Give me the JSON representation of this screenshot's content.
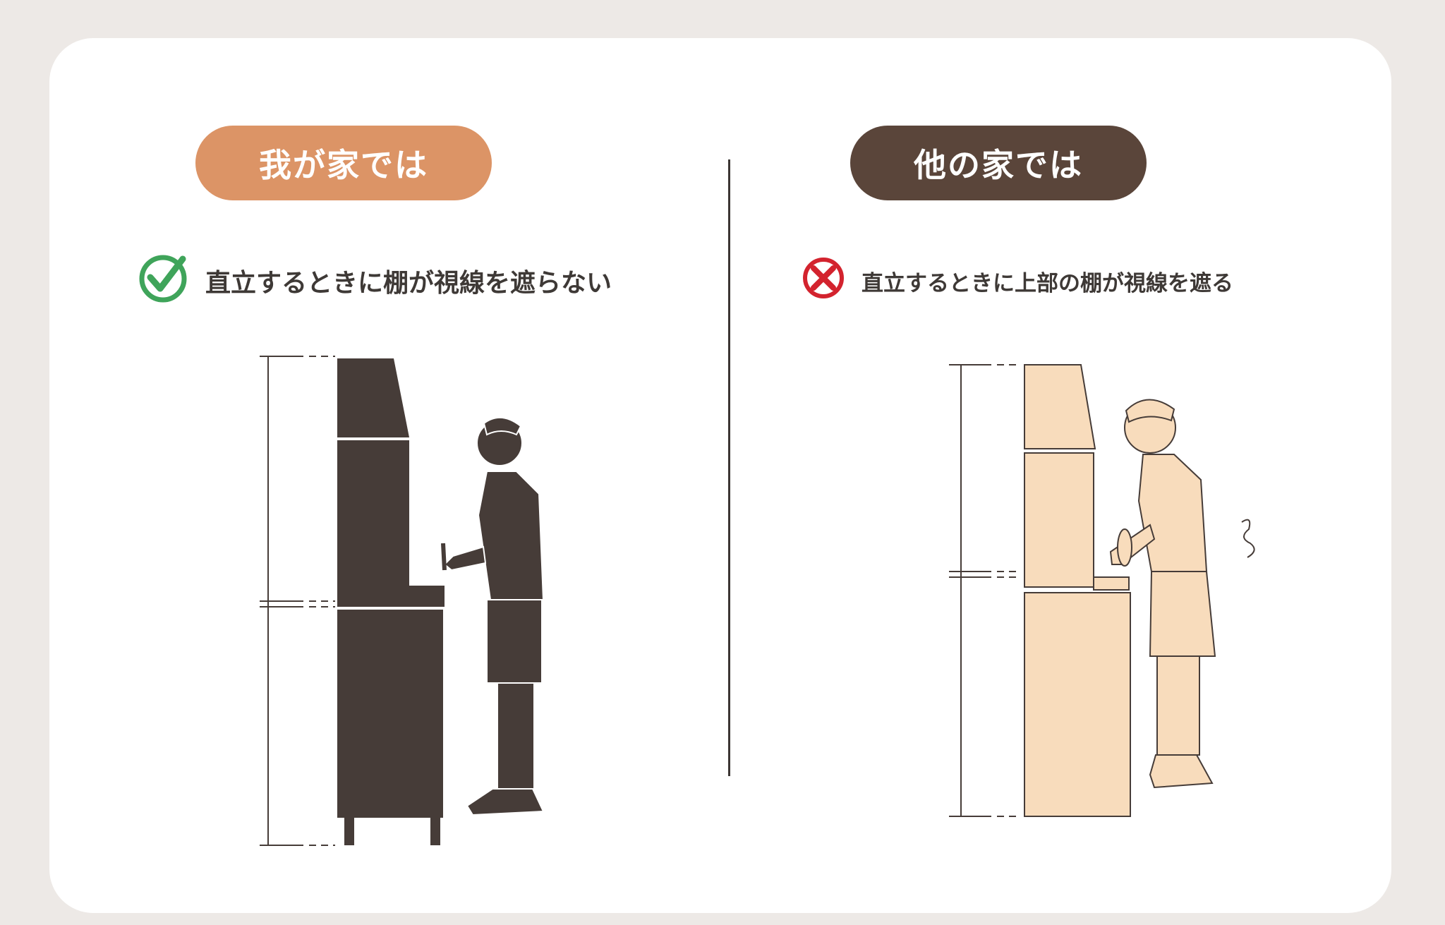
{
  "left_panel": {
    "label": "我が家では",
    "caption": "直立するときに棚が視線を遮らない",
    "icon": "check-circle-icon",
    "colors": {
      "pill": "#dc9466",
      "icon": "#3fa45a",
      "figure": "#463c38"
    }
  },
  "right_panel": {
    "label": "他の家では",
    "caption": "直立するときに上部の棚が視線を遮る",
    "icon": "x-circle-icon",
    "colors": {
      "pill": "#5a453a",
      "icon": "#d3232e",
      "figure": "#f8dcbc"
    }
  }
}
